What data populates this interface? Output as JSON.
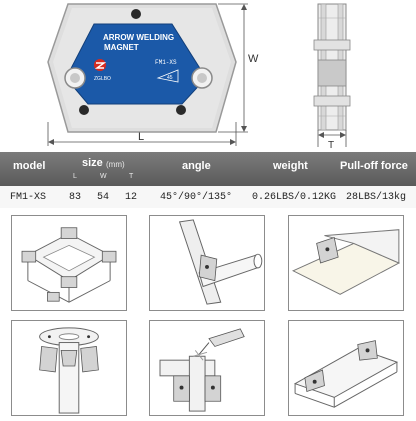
{
  "product": {
    "label_line1": "ARROW WELDING",
    "label_line2": "MAGNET",
    "model_badge": "FM1-XS",
    "angle_badge": "45",
    "logo_text": "ZGLBO",
    "dim_width": "W",
    "dim_length": "L",
    "dim_thickness": "T"
  },
  "spec_table": {
    "headers": {
      "model": "model",
      "size": "size",
      "size_unit": "(mm)",
      "size_l": "L",
      "size_w": "W",
      "size_t": "T",
      "angle": "angle",
      "weight": "weight",
      "pull_off": "Pull-off force"
    },
    "row": {
      "model": "FM1-XS",
      "l": "83",
      "w": "54",
      "t": "12",
      "angle": "45°/90°/135°",
      "weight": "0.26LBS/0.12KG",
      "pull_off": "28LBS/13kg"
    }
  },
  "colors": {
    "magnet_blue": "#1b59a8",
    "header_gray": "#6a6a6a",
    "magnet_silver": "#d9d9d9",
    "logo_red": "#d62a1f"
  }
}
